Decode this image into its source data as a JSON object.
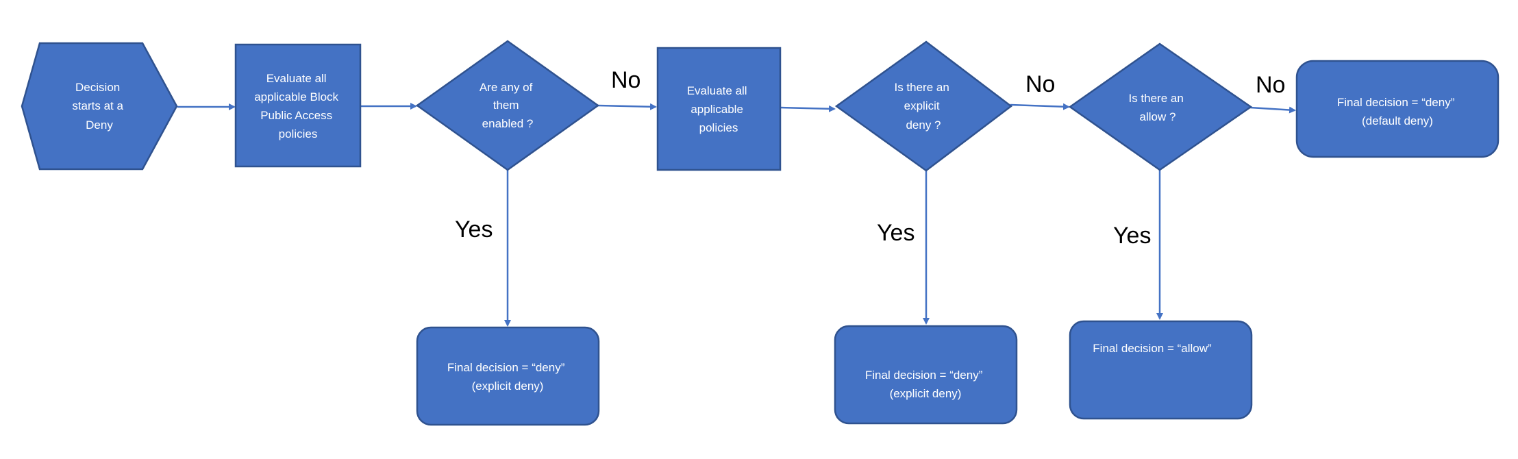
{
  "diagram": {
    "nodes": {
      "start": {
        "lines": [
          "Decision",
          "starts at a",
          "Deny"
        ]
      },
      "evaluate_bpa": {
        "lines": [
          "Evaluate all",
          "applicable Block",
          "Public Access",
          "policies"
        ]
      },
      "any_enabled": {
        "lines": [
          "Are any of",
          "them",
          "enabled ?"
        ]
      },
      "evaluate_policies": {
        "lines": [
          "Evaluate all",
          "applicable",
          "policies"
        ]
      },
      "explicit_deny": {
        "lines": [
          "Is there an",
          "explicit",
          "deny ?"
        ]
      },
      "allow": {
        "lines": [
          "Is there an",
          "allow ?"
        ]
      },
      "final_default_deny": {
        "lines": [
          "Final decision = “deny”",
          "(default deny)"
        ]
      },
      "final_explicit_deny_1": {
        "lines": [
          "Final decision = “deny”",
          "(explicit deny)"
        ]
      },
      "final_explicit_deny_2": {
        "lines": [
          "Final decision = “deny”",
          "(explicit deny)"
        ]
      },
      "final_allow": {
        "lines": [
          "Final decision = “allow”"
        ]
      }
    },
    "edge_labels": {
      "any_enabled_no": "No",
      "any_enabled_yes": "Yes",
      "explicit_deny_no": "No",
      "explicit_deny_yes": "Yes",
      "allow_no": "No",
      "allow_yes": "Yes"
    },
    "colors": {
      "fill": "#4472C4",
      "stroke": "#2F528F",
      "connector": "#4472C4",
      "node_text": "#FFFFFF",
      "edge_label_text": "#000000"
    }
  }
}
